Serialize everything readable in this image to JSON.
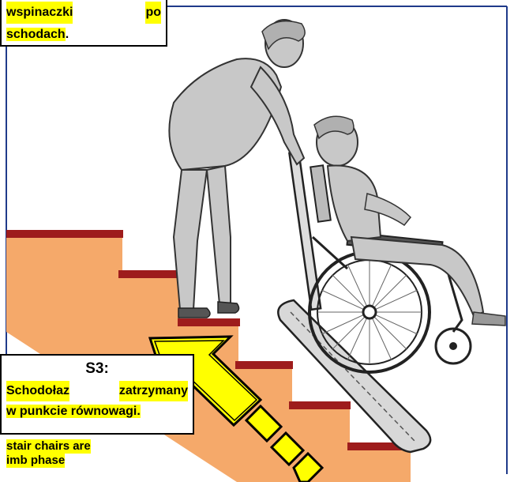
{
  "top_callout": {
    "line1_word1": "wspinaczki",
    "line1_word2": "po",
    "line2": "schodach",
    "line2_end": "."
  },
  "s3_callout": {
    "title": "S3:",
    "line1_word1": "Schodołaz",
    "line1_word2": "zatrzymany",
    "line2": "w punkcie równowagi."
  },
  "bottom_note": {
    "line1": "stair chairs are",
    "line2": "imb phase"
  },
  "colors": {
    "frame_blue": "#1f3a8a",
    "stair_fill": "#f5a96a",
    "stair_tread": "#9e1c1c",
    "arrow_fill": "#ffff00",
    "highlight": "#ffff00",
    "figure_gray": "#c8c8c8"
  },
  "icons": {
    "arrow": "direction-arrow",
    "person": "attendant-figure",
    "wheelchair": "wheelchair-icon",
    "stairchair": "stair-climber-icon"
  }
}
